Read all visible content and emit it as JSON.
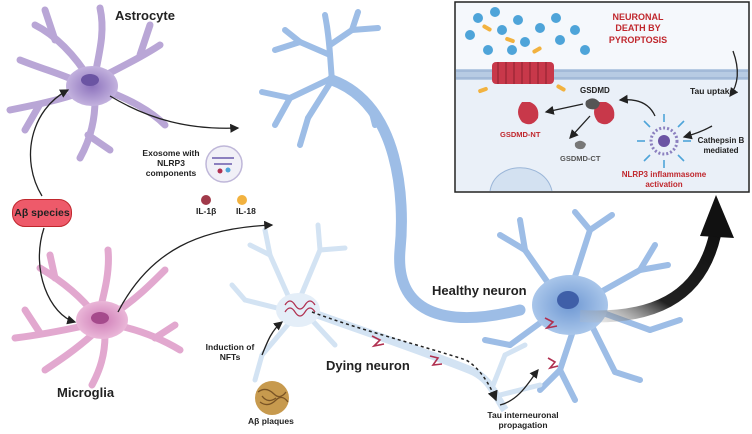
{
  "labels": {
    "astrocyte": "Astrocyte",
    "microglia": "Microglia",
    "ab_species": "Aβ species",
    "exosome": "Exosome with NLRP3 components",
    "il1b": "IL-1β",
    "il18": "IL-18",
    "healthy_neuron": "Healthy neuron",
    "dying_neuron": "Dying neuron",
    "induction_nfts": "Induction of NFTs",
    "ab_plaques": "Aβ plaques",
    "tau_propagation": "Tau interneuronal propagation",
    "neuronal_death": "NEURONAL DEATH BY PYROPTOSIS",
    "tau_uptake": "Tau uptake",
    "gsdmd": "GSDMD",
    "gsdmd_nt": "GSDMD-NT",
    "gsdmd_ct": "GSDMD-CT",
    "cathepsin": "Cathepsin B mediated",
    "nlrp3": "NLRP3 inflammasome activation"
  },
  "colors": {
    "astrocyte": "#b9a6d6",
    "microglia": "#e2a8cf",
    "healthy_neuron": "#9dbde6",
    "dying_neuron": "#d3e3f3",
    "tau": "#b03050",
    "gsdmd_nt": "#c8384a",
    "il1b": "#a13a4a",
    "il18": "#f2b23f",
    "membrane": "#b7cbe3",
    "arrow": "#222222"
  }
}
